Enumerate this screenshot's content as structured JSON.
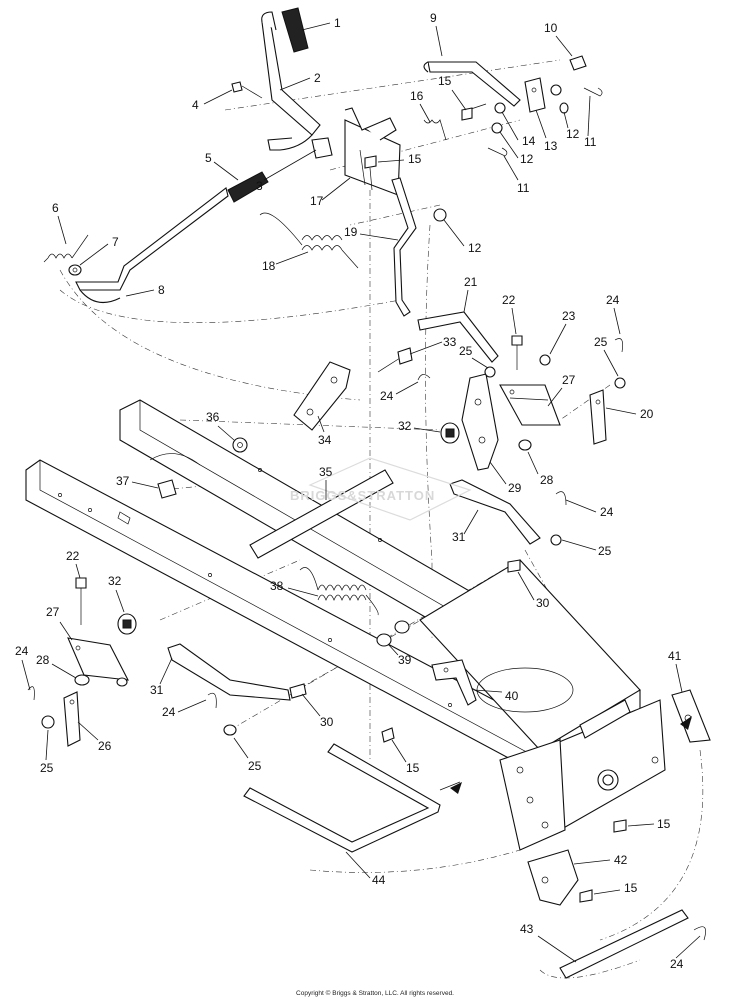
{
  "watermark": "BRIGGS&STRATTON",
  "copyright": "Copyright © Briggs & Stratton, LLC. All rights reserved.",
  "callouts": [
    "1",
    "2",
    "3",
    "4",
    "5",
    "6",
    "7",
    "8",
    "9",
    "10",
    "15",
    "16",
    "14",
    "12",
    "13",
    "11",
    "12",
    "11",
    "15",
    "17",
    "19",
    "12",
    "18",
    "21",
    "22",
    "23",
    "24",
    "25",
    "27",
    "20",
    "33",
    "25",
    "24",
    "34",
    "32",
    "36",
    "29",
    "28",
    "35",
    "37",
    "24",
    "31",
    "25",
    "30",
    "22",
    "32",
    "38",
    "27",
    "24",
    "28",
    "39",
    "40",
    "41",
    "31",
    "30",
    "24",
    "26",
    "25",
    "15",
    "25",
    "15",
    "42",
    "44",
    "15",
    "43",
    "24"
  ]
}
